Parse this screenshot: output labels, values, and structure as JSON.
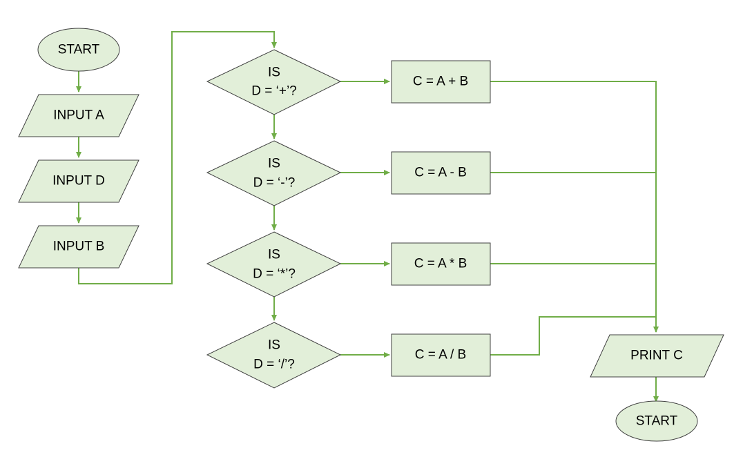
{
  "colors": {
    "fill": "#e2efd9",
    "stroke": "#404040",
    "arrow": "#70ad47"
  },
  "nodes": {
    "start": "START",
    "input_a": "INPUT A",
    "input_d": "INPUT D",
    "input_b": "INPUT B",
    "dec_add": {
      "l1": "IS",
      "l2": "D = ‘+’?"
    },
    "dec_sub": {
      "l1": "IS",
      "l2": "D = ‘-’?"
    },
    "dec_mul": {
      "l1": "IS",
      "l2": "D = ‘*’?"
    },
    "dec_div": {
      "l1": "IS",
      "l2": "D = ‘/’?"
    },
    "proc_add": "C = A + B",
    "proc_sub": "C = A - B",
    "proc_mul": "C = A * B",
    "proc_div": "C = A / B",
    "print_c": "PRINT C",
    "end": "START"
  }
}
